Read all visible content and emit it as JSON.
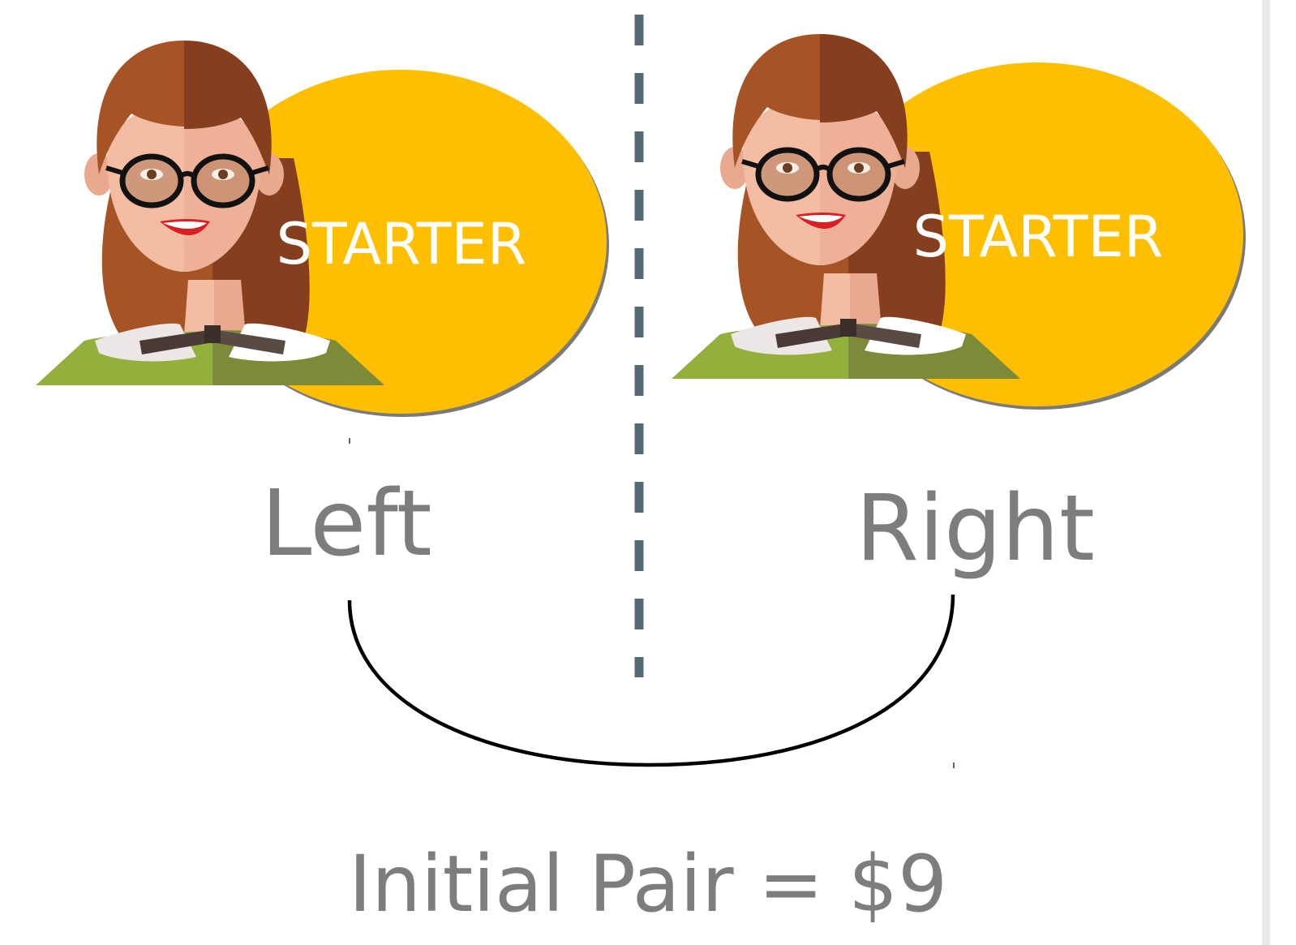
{
  "left": {
    "badge": "STARTER",
    "label": "Left"
  },
  "right": {
    "badge": "STARTER",
    "label": "Right"
  },
  "caption": "Initial Pair = $9",
  "colors": {
    "badge_fill": "#fdbf00",
    "badge_text": "#ffffff",
    "divider": "#546a75",
    "label_text": "#7d7d7d",
    "connector": "#000000",
    "hair_light": "#a65426",
    "hair_dark": "#853f1f",
    "skin_light": "#f3bca3",
    "skin_dark": "#e9a98f",
    "sweater_light": "#93af3c",
    "sweater_dark": "#7c8a3a"
  },
  "icons": [
    "woman-avatar-icon",
    "woman-avatar-icon"
  ]
}
